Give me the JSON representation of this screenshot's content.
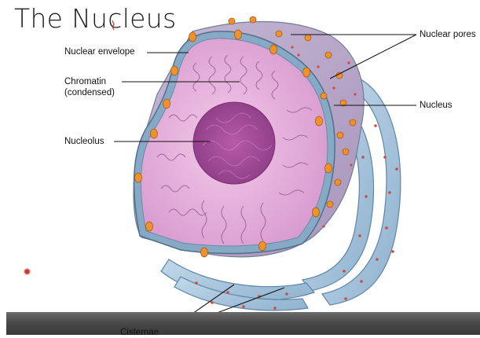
{
  "slide": {
    "title": "The Nucleus"
  },
  "labels": {
    "nuclear_envelope": "Nuclear envelope",
    "nuclear_pores": "Nuclear pores",
    "chromatin_line1": "Chromatin",
    "chromatin_line2": "(condensed)",
    "nucleus": "Nucleus",
    "nucleolus": "Nucleolus",
    "cisternae": "Cisternae"
  },
  "colors": {
    "nucleoplasm": "#e9b3dc",
    "nucleolus": "#a24a95",
    "envelope": "#86a9c6",
    "er": "#a8c6dd",
    "pore": "#f0922c",
    "ribosome": "#d04a3a"
  }
}
